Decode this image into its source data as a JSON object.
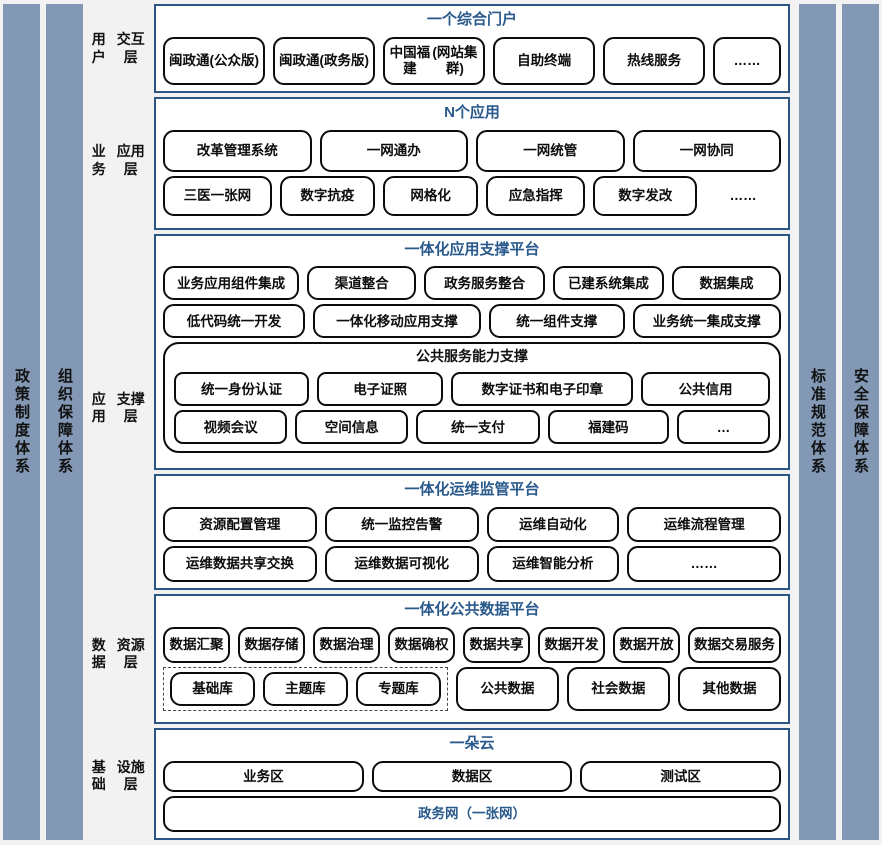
{
  "colors": {
    "pillar_bg": "#8298b5",
    "layer_border": "#2d5584",
    "layer_title": "#2a5a8c",
    "page_bg": "#f2f2f2",
    "pill_border": "#0c0c0c"
  },
  "left_pillars": [
    {
      "label": "政策制度体系"
    },
    {
      "label": "组织保障体系"
    }
  ],
  "right_pillars": [
    {
      "label": "标准规范体系"
    },
    {
      "label": "安全保障体系"
    }
  ],
  "layer_names": [
    {
      "label": "用户\n交互层"
    },
    {
      "label": "业务\n应用层"
    },
    {
      "label": "应用\n支撑层"
    },
    {
      "label": "数据\n资源层"
    },
    {
      "label": "基础\n设施层"
    }
  ],
  "layer_names_flat": {
    "user": "用户交互层",
    "business": "业务应用层",
    "support": "应用支撑层",
    "data": "数据资源层",
    "infra": "基础设施层"
  },
  "layers": [
    {
      "id": "portal",
      "title": "一个综合门户",
      "rows": [
        {
          "items": [
            {
              "label": "闽政通\n(公众版)",
              "flex": 1
            },
            {
              "label": "闽政通\n(政务版)",
              "flex": 1
            },
            {
              "label": "中国福建\n(网站集群)",
              "flex": 1
            },
            {
              "label": "自助终端",
              "flex": 1
            },
            {
              "label": "热线服务",
              "flex": 1
            },
            {
              "label": "……",
              "flex": 0.62
            }
          ]
        }
      ]
    },
    {
      "id": "apps",
      "title": "N个应用",
      "rows": [
        {
          "items": [
            {
              "label": "改革管理系统",
              "flex": 1
            },
            {
              "label": "一网通办",
              "flex": 1
            },
            {
              "label": "一网统管",
              "flex": 1
            },
            {
              "label": "一网协同",
              "flex": 1
            }
          ]
        },
        {
          "items": [
            {
              "label": "三医一张网",
              "flex": 1
            },
            {
              "label": "数字抗疫",
              "flex": 0.86
            },
            {
              "label": "网格化",
              "flex": 0.86
            },
            {
              "label": "应急指挥",
              "flex": 0.9
            },
            {
              "label": "数字发改",
              "flex": 0.95
            },
            {
              "label": "……",
              "flex": 0.7,
              "plain": true
            }
          ]
        }
      ]
    },
    {
      "id": "app-support",
      "title": "一体化应用支撑平台",
      "rows": [
        {
          "items": [
            {
              "label": "业务应用组件集成",
              "flex": 1.28
            },
            {
              "label": "渠道整合",
              "flex": 1
            },
            {
              "label": "政务服务整合",
              "flex": 1.12
            },
            {
              "label": "已建系统集成",
              "flex": 1.02
            },
            {
              "label": "数据集成",
              "flex": 1
            }
          ]
        },
        {
          "items": [
            {
              "label": "低代码统一开发",
              "flex": 1
            },
            {
              "label": "一体化移动应用支撑",
              "flex": 1.2
            },
            {
              "label": "统一组件支撑",
              "flex": 0.95
            },
            {
              "label": "业务统一集成支撑",
              "flex": 1.05
            }
          ]
        }
      ],
      "group": {
        "title": "公共服务能力支撑",
        "rows": [
          {
            "items": [
              {
                "label": "统一身份认证",
                "flex": 1
              },
              {
                "label": "电子证照",
                "flex": 0.93
              },
              {
                "label": "数字证书和电子印章",
                "flex": 1.38
              },
              {
                "label": "公共信用",
                "flex": 0.95
              }
            ]
          },
          {
            "items": [
              {
                "label": "视频会议",
                "flex": 1
              },
              {
                "label": "空间信息",
                "flex": 1
              },
              {
                "label": "统一支付",
                "flex": 1.1
              },
              {
                "label": "福建码",
                "flex": 1.08
              },
              {
                "label": "…",
                "flex": 0.8
              }
            ]
          }
        ]
      }
    },
    {
      "id": "ops",
      "title": "一体化运维监管平台",
      "rows": [
        {
          "items": [
            {
              "label": "资源配置管理",
              "flex": 1
            },
            {
              "label": "统一监控告警",
              "flex": 1
            },
            {
              "label": "运维自动化",
              "flex": 0.85
            },
            {
              "label": "运维流程管理",
              "flex": 1
            }
          ]
        },
        {
          "items": [
            {
              "label": "运维数据共享交换",
              "flex": 1
            },
            {
              "label": "运维数据可视化",
              "flex": 1
            },
            {
              "label": "运维智能分析",
              "flex": 0.85
            },
            {
              "label": "……",
              "flex": 1
            }
          ]
        }
      ]
    },
    {
      "id": "data-platform",
      "title": "一体化公共数据平台",
      "rows": [
        {
          "items": [
            {
              "label": "数据汇聚",
              "flex": 1
            },
            {
              "label": "数据存储",
              "flex": 1
            },
            {
              "label": "数据治理",
              "flex": 1
            },
            {
              "label": "数据确权",
              "flex": 1
            },
            {
              "label": "数据共享",
              "flex": 1
            },
            {
              "label": "数据开发",
              "flex": 1
            },
            {
              "label": "数据开放",
              "flex": 1
            },
            {
              "label": "数据交易服务",
              "flex": 1.28
            }
          ]
        }
      ],
      "dashed_group": {
        "items": [
          {
            "label": "基础库",
            "flex": 1
          },
          {
            "label": "主题库",
            "flex": 1
          },
          {
            "label": "专题库",
            "flex": 1
          }
        ]
      },
      "after_dashed": {
        "items": [
          {
            "label": "公共数据",
            "flex": 1
          },
          {
            "label": "社会数据",
            "flex": 1
          },
          {
            "label": "其他数据",
            "flex": 1
          }
        ]
      }
    },
    {
      "id": "cloud",
      "title": "一朵云",
      "rows": [
        {
          "items": [
            {
              "label": "业务区",
              "flex": 1
            },
            {
              "label": "数据区",
              "flex": 1
            },
            {
              "label": "测试区",
              "flex": 1
            }
          ]
        }
      ],
      "full_bar": {
        "label": "政务网（一张网）"
      }
    }
  ]
}
